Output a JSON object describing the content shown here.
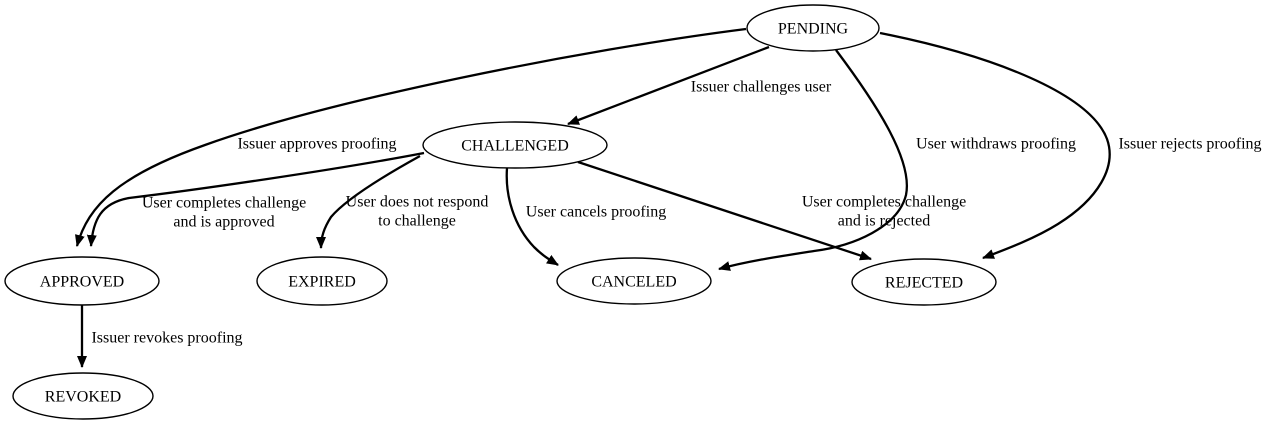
{
  "diagram": {
    "type": "state-machine",
    "background_color": "#ffffff",
    "stroke_color": "#000000",
    "text_color": "#000000",
    "nodes": [
      {
        "id": "pending",
        "label": "PENDING"
      },
      {
        "id": "challenged",
        "label": "CHALLENGED"
      },
      {
        "id": "approved",
        "label": "APPROVED"
      },
      {
        "id": "expired",
        "label": "EXPIRED"
      },
      {
        "id": "canceled",
        "label": "CANCELED"
      },
      {
        "id": "rejected",
        "label": "REJECTED"
      },
      {
        "id": "revoked",
        "label": "REVOKED"
      }
    ],
    "edges": [
      {
        "from": "PENDING",
        "to": "CHALLENGED",
        "label": "Issuer challenges user",
        "lines": [
          "Issuer challenges user"
        ]
      },
      {
        "from": "PENDING",
        "to": "APPROVED",
        "label": "Issuer approves proofing",
        "lines": [
          "Issuer approves proofing"
        ]
      },
      {
        "from": "PENDING",
        "to": "CANCELED",
        "label": "User withdraws proofing",
        "lines": [
          "User withdraws proofing"
        ]
      },
      {
        "from": "PENDING",
        "to": "REJECTED",
        "label": "Issuer rejects proofing",
        "lines": [
          "Issuer rejects proofing"
        ]
      },
      {
        "from": "CHALLENGED",
        "to": "APPROVED",
        "label": "User completes challenge and is approved",
        "lines": [
          "User completes challenge",
          "and is approved"
        ]
      },
      {
        "from": "CHALLENGED",
        "to": "EXPIRED",
        "label": "User does not respond to challenge",
        "lines": [
          "User does not respond",
          "to challenge"
        ]
      },
      {
        "from": "CHALLENGED",
        "to": "CANCELED",
        "label": "User cancels proofing",
        "lines": [
          "User cancels proofing"
        ]
      },
      {
        "from": "CHALLENGED",
        "to": "REJECTED",
        "label": "User completes challenge and is rejected",
        "lines": [
          "User completes challenge",
          "and is rejected"
        ]
      },
      {
        "from": "APPROVED",
        "to": "REVOKED",
        "label": "Issuer revokes proofing",
        "lines": [
          "Issuer revokes proofing"
        ]
      }
    ]
  }
}
